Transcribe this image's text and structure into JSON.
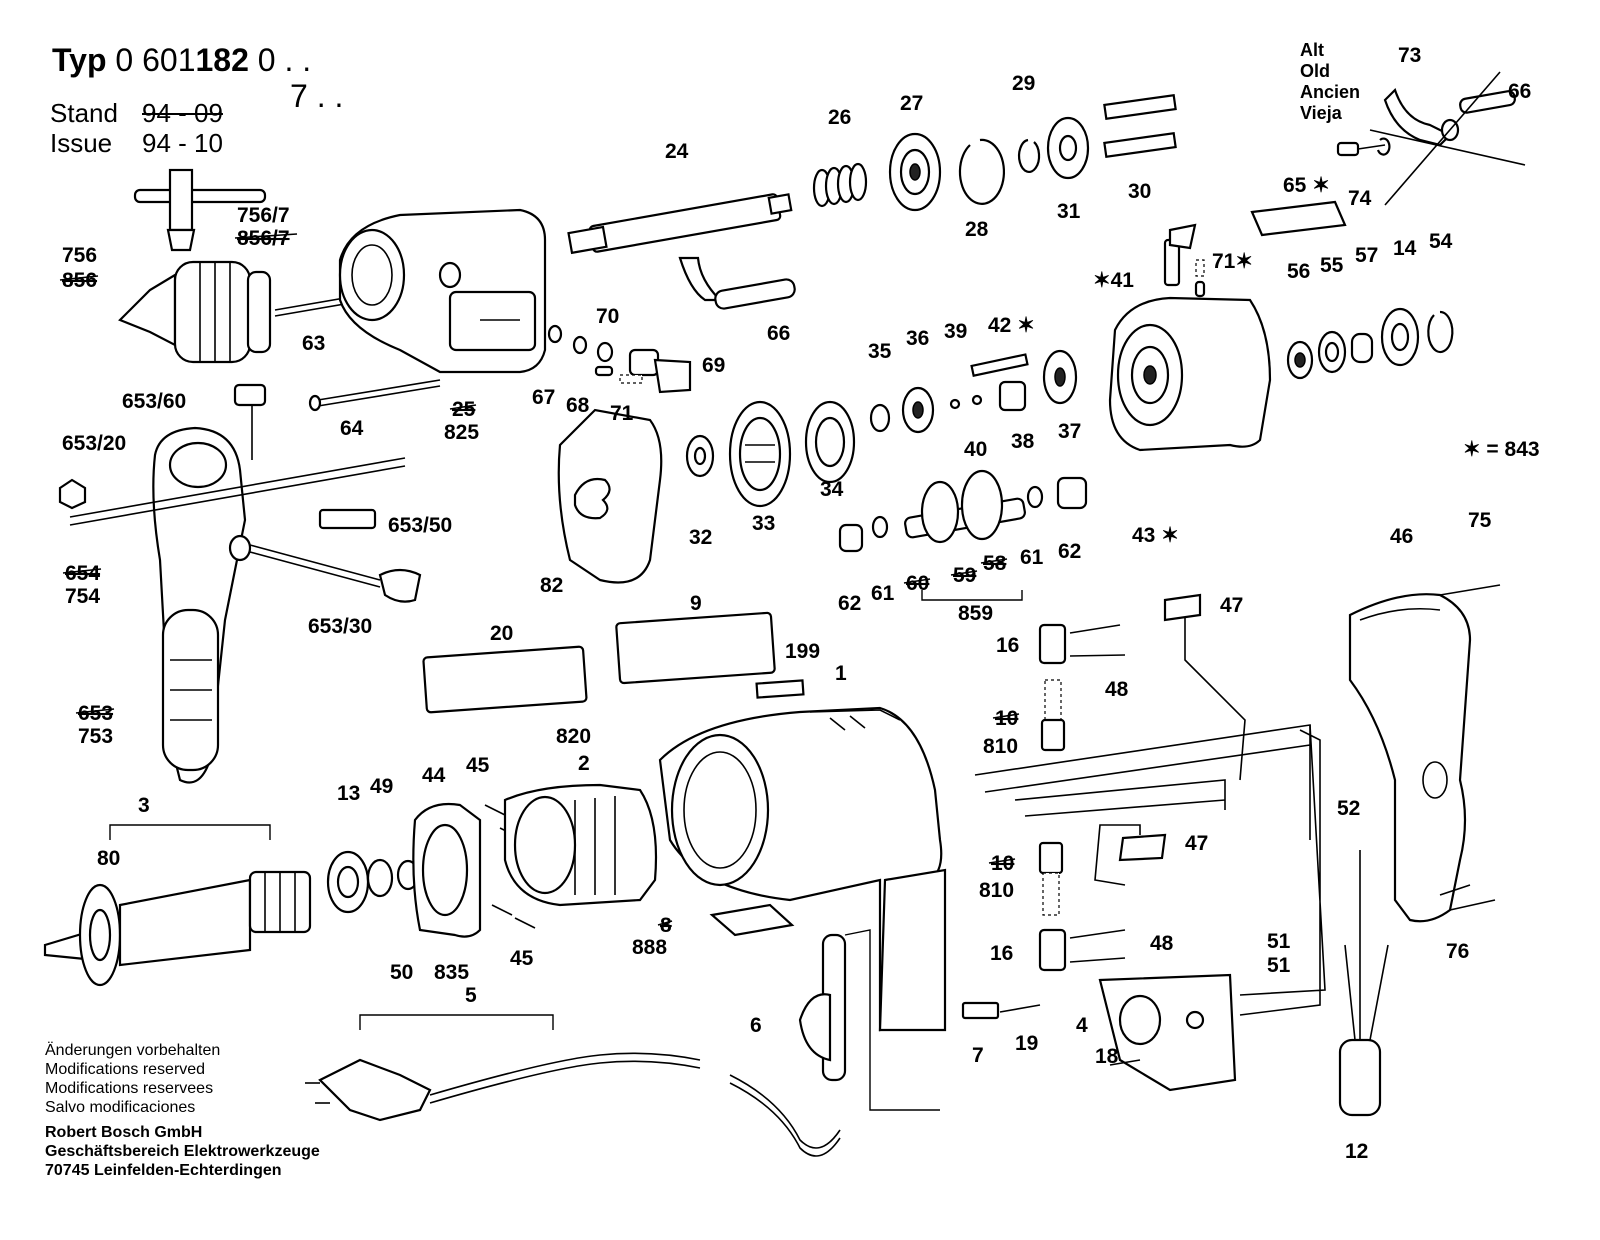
{
  "header": {
    "typ_label": "Typ",
    "typ_number_a": "0 601",
    "typ_number_b": "182",
    "typ_suffix_1": "0 . .",
    "typ_suffix_2": "7 . .",
    "stand_label": "Stand",
    "stand_value": "94 - 09",
    "issue_label": "Issue",
    "issue_value": "94 - 10"
  },
  "legend": {
    "alt_lines": [
      "Alt",
      "Old",
      "Ancien",
      "Vieja"
    ],
    "star_note": "✶ = 843"
  },
  "footer": {
    "lines": [
      "Änderungen vorbehalten",
      "Modifications reserved",
      "Modifications reservees",
      "Salvo modificaciones"
    ],
    "company_lines": [
      "Robert Bosch GmbH",
      "Geschäftsbereich Elektrowerkzeuge",
      "70745 Leinfelden-Echterdingen"
    ]
  },
  "part_labels": [
    {
      "id": "756/7",
      "text": "756/7"
    },
    {
      "id": "856/7",
      "text": "856/7",
      "struck": true
    },
    {
      "id": "756",
      "text": "756"
    },
    {
      "id": "856",
      "text": "856",
      "struck": true
    },
    {
      "id": "63",
      "text": "63"
    },
    {
      "id": "24",
      "text": "24"
    },
    {
      "id": "26",
      "text": "26"
    },
    {
      "id": "27",
      "text": "27"
    },
    {
      "id": "29",
      "text": "29"
    },
    {
      "id": "28",
      "text": "28"
    },
    {
      "id": "31",
      "text": "31"
    },
    {
      "id": "30",
      "text": "30"
    },
    {
      "id": "73",
      "text": "73"
    },
    {
      "id": "66a",
      "text": "66"
    },
    {
      "id": "74",
      "text": "74"
    },
    {
      "id": "65",
      "text": "65 ✶"
    },
    {
      "id": "41",
      "text": "✶41"
    },
    {
      "id": "71a",
      "text": "71✶"
    },
    {
      "id": "56a",
      "text": "56"
    },
    {
      "id": "55",
      "text": "55"
    },
    {
      "id": "57",
      "text": "57"
    },
    {
      "id": "14",
      "text": "14"
    },
    {
      "id": "54",
      "text": "54"
    },
    {
      "id": "66b",
      "text": "66"
    },
    {
      "id": "70",
      "text": "70"
    },
    {
      "id": "69",
      "text": "69"
    },
    {
      "id": "67",
      "text": "67"
    },
    {
      "id": "68",
      "text": "68"
    },
    {
      "id": "71b",
      "text": "71"
    },
    {
      "id": "653/60",
      "text": "653/60"
    },
    {
      "id": "64",
      "text": "64"
    },
    {
      "id": "25",
      "text": "25",
      "struck": true
    },
    {
      "id": "825",
      "text": "825"
    },
    {
      "id": "35",
      "text": "35"
    },
    {
      "id": "36",
      "text": "36"
    },
    {
      "id": "39",
      "text": "39"
    },
    {
      "id": "42",
      "text": "42 ✶"
    },
    {
      "id": "40",
      "text": "40"
    },
    {
      "id": "38",
      "text": "38"
    },
    {
      "id": "37",
      "text": "37"
    },
    {
      "id": "653/20",
      "text": "653/20"
    },
    {
      "id": "32",
      "text": "32"
    },
    {
      "id": "33",
      "text": "33"
    },
    {
      "id": "34",
      "text": "34"
    },
    {
      "id": "43",
      "text": "43 ✶"
    },
    {
      "id": "843",
      "text": "✶ = 843"
    },
    {
      "id": "653/50",
      "text": "653/50"
    },
    {
      "id": "654",
      "text": "654",
      "struck": true
    },
    {
      "id": "754",
      "text": "754"
    },
    {
      "id": "653/30",
      "text": "653/30"
    },
    {
      "id": "82",
      "text": "82"
    },
    {
      "id": "62a",
      "text": "62"
    },
    {
      "id": "61a",
      "text": "61"
    },
    {
      "id": "60",
      "text": "60",
      "struck": true
    },
    {
      "id": "59",
      "text": "59",
      "struck": true
    },
    {
      "id": "58",
      "text": "58",
      "struck": true
    },
    {
      "id": "61b",
      "text": "61"
    },
    {
      "id": "62b",
      "text": "62"
    },
    {
      "id": "859",
      "text": "859"
    },
    {
      "id": "9",
      "text": "9"
    },
    {
      "id": "20",
      "text": "20"
    },
    {
      "id": "199",
      "text": "199"
    },
    {
      "id": "1",
      "text": "1"
    },
    {
      "id": "47a",
      "text": "47"
    },
    {
      "id": "16a",
      "text": "16"
    },
    {
      "id": "48a",
      "text": "48"
    },
    {
      "id": "46",
      "text": "46"
    },
    {
      "id": "75",
      "text": "75"
    },
    {
      "id": "653",
      "text": "653",
      "struck": true
    },
    {
      "id": "753",
      "text": "753"
    },
    {
      "id": "820",
      "text": "820"
    },
    {
      "id": "2",
      "text": "2"
    },
    {
      "id": "10a",
      "text": "10",
      "struck": true
    },
    {
      "id": "810a",
      "text": "810"
    },
    {
      "id": "3",
      "text": "3"
    },
    {
      "id": "80",
      "text": "80"
    },
    {
      "id": "13",
      "text": "13"
    },
    {
      "id": "49",
      "text": "49"
    },
    {
      "id": "44",
      "text": "44"
    },
    {
      "id": "45a",
      "text": "45"
    },
    {
      "id": "45b",
      "text": "45"
    },
    {
      "id": "50",
      "text": "50"
    },
    {
      "id": "835",
      "text": "835"
    },
    {
      "id": "8",
      "text": "8",
      "struck": true
    },
    {
      "id": "888",
      "text": "888"
    },
    {
      "id": "52",
      "text": "52"
    },
    {
      "id": "47b",
      "text": "47"
    },
    {
      "id": "10b",
      "text": "10",
      "struck": true
    },
    {
      "id": "810b",
      "text": "810"
    },
    {
      "id": "76",
      "text": "76"
    },
    {
      "id": "16b",
      "text": "16"
    },
    {
      "id": "48b",
      "text": "48"
    },
    {
      "id": "51a",
      "text": "51"
    },
    {
      "id": "51b",
      "text": "51"
    },
    {
      "id": "5",
      "text": "5"
    },
    {
      "id": "6",
      "text": "6"
    },
    {
      "id": "4",
      "text": "4"
    },
    {
      "id": "7",
      "text": "7"
    },
    {
      "id": "19",
      "text": "19"
    },
    {
      "id": "18",
      "text": "18"
    },
    {
      "id": "12",
      "text": "12"
    }
  ]
}
